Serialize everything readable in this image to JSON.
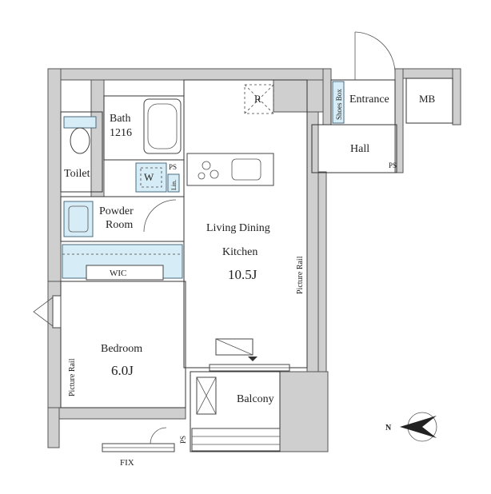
{
  "rooms": {
    "entrance": "Entrance",
    "mb": "MB",
    "shoes_box": "Shoes Box",
    "hall": "Hall",
    "ps_hall": "PS",
    "bath": "Bath",
    "bath_size": "1216",
    "toilet": "Toilet",
    "w": "W",
    "ps_wash": "PS",
    "lin": "Lin.",
    "powder_room_line1": "Powder",
    "powder_room_line2": "Room",
    "wic": "WIC",
    "ldk_line1": "Living Dining",
    "ldk_line2": "Kitchen",
    "ldk_size": "10.5J",
    "picture_rail_ldk": "Picture Rail",
    "r": "R",
    "bedroom": "Bedroom",
    "bedroom_size": "6.0J",
    "picture_rail_bed": "Picture Rail",
    "balcony": "Balcony",
    "ps_balcony": "PS",
    "fix": "FIX"
  },
  "compass": {
    "north_label": "N"
  },
  "colors": {
    "fixture": "#d6ecf6",
    "wall": "#cfcfcf"
  }
}
